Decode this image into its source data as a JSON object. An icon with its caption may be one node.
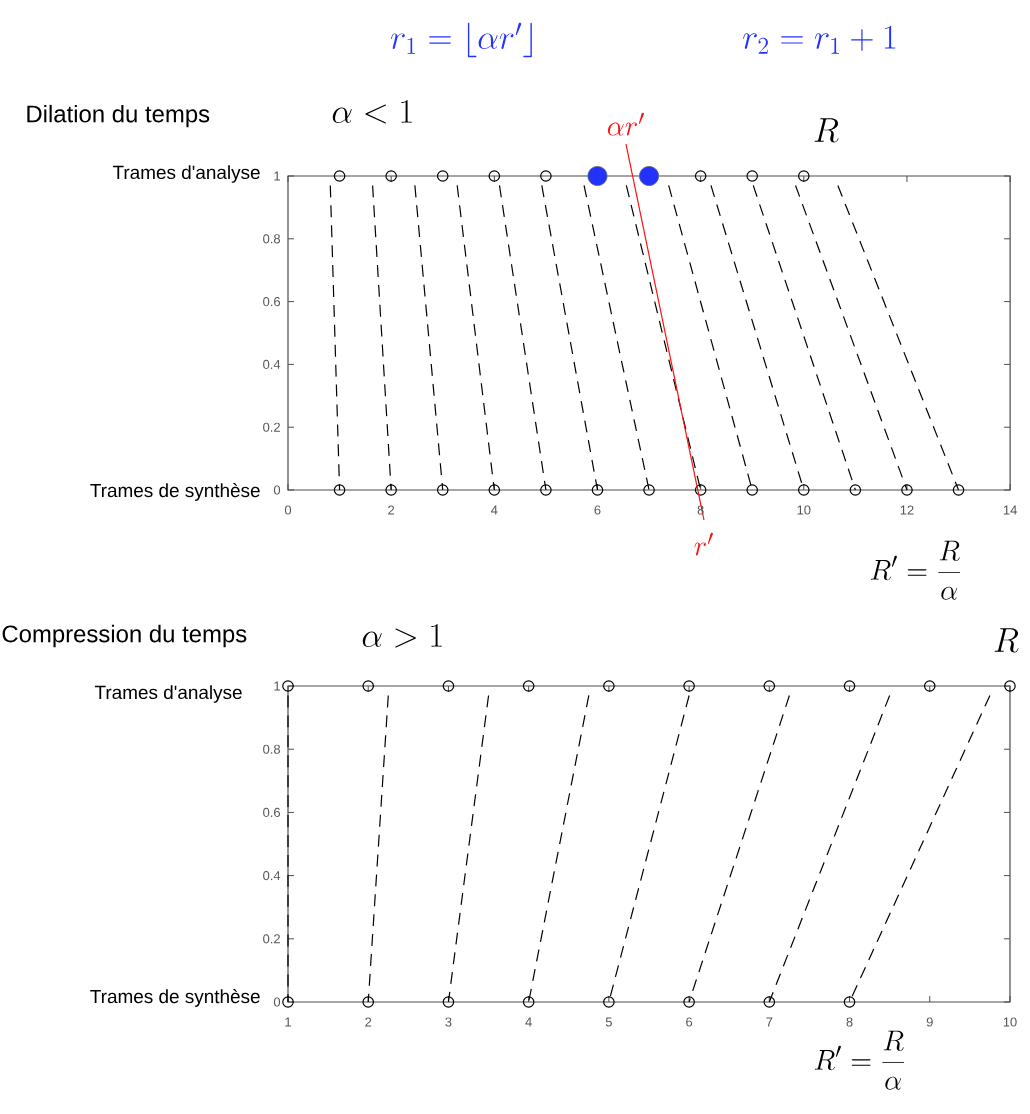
{
  "diagram": {
    "labels": [
      "r_1 = \\lfloor \\alpha r' \\rfloor",
      "r_2 = r_1 + 1",
      "Dilation du temps",
      "\\alpha < 1",
      "\\alpha r'",
      "R",
      "Trames d'analyse",
      "1",
      "0.8",
      "0.6",
      "0.4",
      "0.2",
      "0",
      "Trames de synthèse",
      "0",
      "2",
      "4",
      "6",
      "8",
      "10",
      "12",
      "14",
      "r'",
      "R' = \\frac{R}{\\alpha}",
      "Compression du temps",
      "\\alpha > 1",
      "R",
      "Trames d'analyse",
      "1",
      "0.8",
      "0.6",
      "0.4",
      "0.2",
      "0",
      "Trames de synthèse",
      "1",
      "2",
      "3",
      "4",
      "5",
      "6",
      "7",
      "8",
      "9",
      "10",
      "R' = \\frac{R}{\\alpha}"
    ]
  }
}
